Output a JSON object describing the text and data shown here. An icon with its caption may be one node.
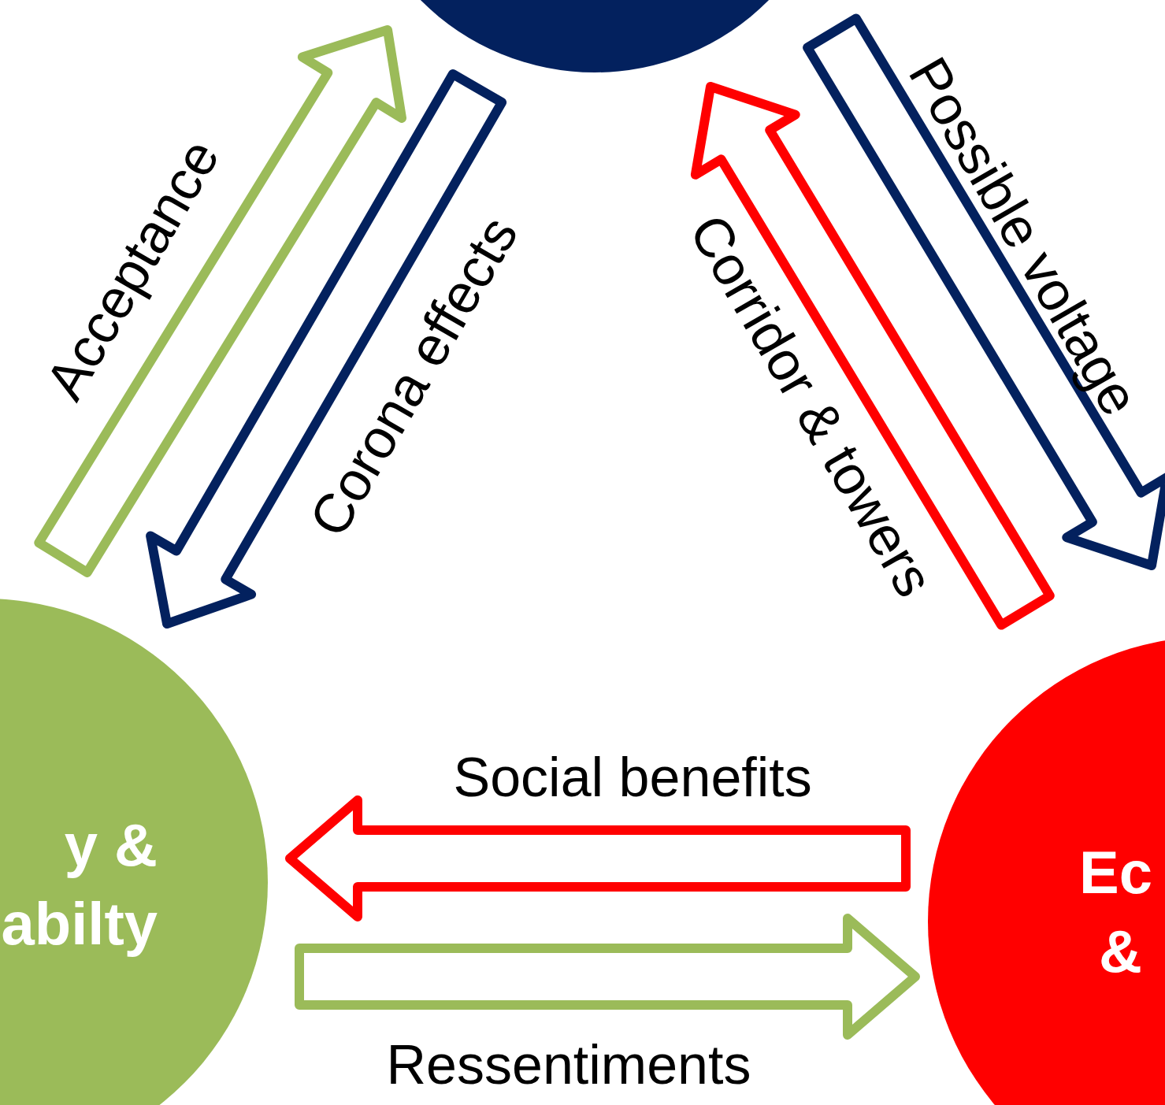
{
  "diagram": {
    "nodes": [
      {
        "text": [],
        "shape": "circle"
      },
      {
        "text": [
          "y &",
          "abilty"
        ]
      },
      {
        "text": [
          "Ec",
          "&"
        ]
      }
    ],
    "edges": [
      {
        "from": 1,
        "to": 0,
        "arrow": "to",
        "label": "Acceptance",
        "color": "#9bbb59"
      },
      {
        "from": 0,
        "to": 1,
        "arrow": "to",
        "label": "Corona effects",
        "color": "#03215e"
      },
      {
        "from": 2,
        "to": 0,
        "arrow": "to",
        "label": "Corridor & towers",
        "color": "#ff0000"
      },
      {
        "from": 0,
        "to": 2,
        "arrow": "to",
        "label": "Possible voltage",
        "color": "#03215e"
      },
      {
        "from": 2,
        "to": 1,
        "arrow": "to",
        "label": "Social benefits",
        "color": "#ff0000"
      },
      {
        "from": 1,
        "to": 2,
        "arrow": "to",
        "label": "Ressentiments",
        "color": "#9bbb59"
      }
    ]
  }
}
